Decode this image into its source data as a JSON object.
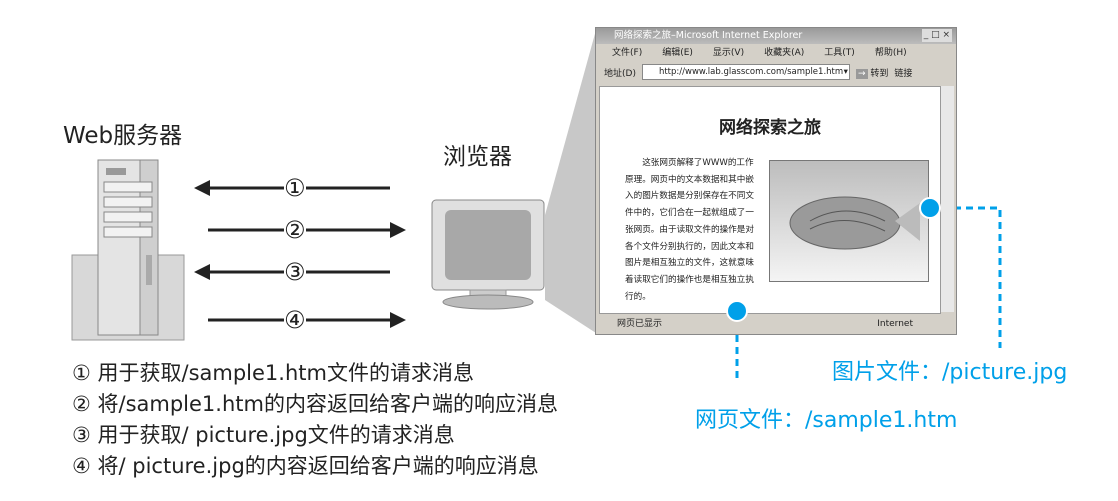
{
  "server_label": "Web服务器",
  "browser_label": "浏览器",
  "arrows": [
    {
      "num": "①",
      "direction": "left"
    },
    {
      "num": "②",
      "direction": "right"
    },
    {
      "num": "③",
      "direction": "left"
    },
    {
      "num": "④",
      "direction": "right"
    }
  ],
  "legend": [
    "① 用于获取/sample1.htm文件的请求消息",
    "② 将/sample1.htm的内容返回给客户端的响应消息",
    "③ 用于获取/ picture.jpg文件的请求消息",
    "④ 将/ picture.jpg的内容返回给客户端的响应消息"
  ],
  "callouts": {
    "picture": "图片文件：/picture.jpg",
    "page": "网页文件：/sample1.htm",
    "color": "#00a0e9"
  },
  "ie": {
    "title": "网络探索之旅–Microsoft Internet Explorer",
    "menu": [
      "文件(F)",
      "编辑(E)",
      "显示(V)",
      "收藏夹(A)",
      "工具(T)",
      "帮助(H)"
    ],
    "address_label": "地址(D)",
    "url": "http://www.lab.glasscom.com/sample1.htm",
    "go": "转到",
    "links": "链接",
    "page_title": "网络探索之旅",
    "page_text": "这张网页解释了WWW的工作原理。网页中的文本数据和其中嵌入的图片数据是分别保存在不同文件中的，它们合在一起就组成了一张网页。由于读取文件的操作是对各个文件分别执行的，因此文本和图片是相互独立的文件，这就意味着读取它们的操作也是相互独立执行的。",
    "status": "网页已显示",
    "zone": "Internet"
  }
}
